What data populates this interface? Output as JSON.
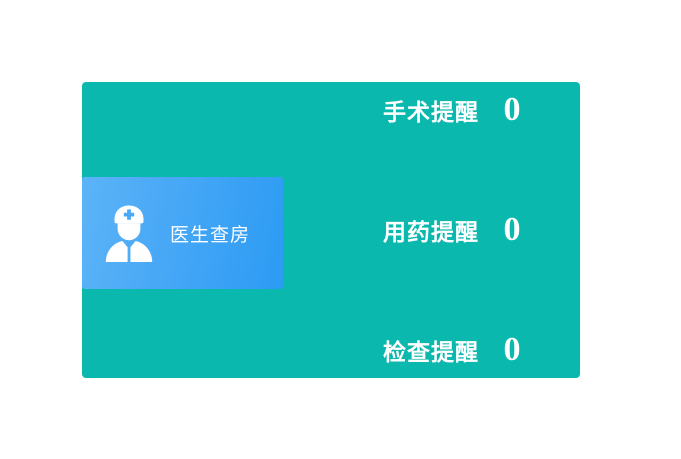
{
  "panel": {
    "background_color": "#0bb8ae",
    "feature_card": {
      "label": "医生查房",
      "icon": "doctor-nurse-icon",
      "gradient_from": "#5cb4f7",
      "gradient_to": "#2c9bf4"
    },
    "reminders": [
      {
        "label": "手术提醒",
        "count": "0"
      },
      {
        "label": "用药提醒",
        "count": "0"
      },
      {
        "label": "检查提醒",
        "count": "0"
      }
    ]
  },
  "colors": {
    "page_background": "#ffffff",
    "text_on_panel": "#ffffff"
  }
}
